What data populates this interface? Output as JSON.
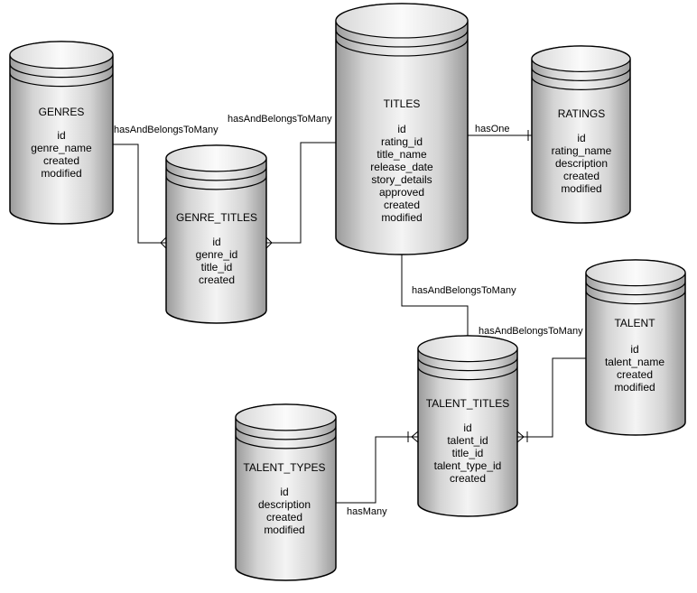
{
  "tables": [
    {
      "id": "genres",
      "name": "GENRES",
      "fields": [
        "id",
        "genre_name",
        "created",
        "modified"
      ]
    },
    {
      "id": "genre_titles",
      "name": "GENRE_TITLES",
      "fields": [
        "id",
        "genre_id",
        "title_id",
        "created"
      ]
    },
    {
      "id": "titles",
      "name": "TITLES",
      "fields": [
        "id",
        "rating_id",
        "title_name",
        "release_date",
        "story_details",
        "approved",
        "created",
        "modified"
      ]
    },
    {
      "id": "ratings",
      "name": "RATINGS",
      "fields": [
        "id",
        "rating_name",
        "description",
        "created",
        "modified"
      ]
    },
    {
      "id": "talent",
      "name": "TALENT",
      "fields": [
        "id",
        "talent_name",
        "created",
        "modified"
      ]
    },
    {
      "id": "talent_titles",
      "name": "TALENT_TITLES",
      "fields": [
        "id",
        "talent_id",
        "title_id",
        "talent_type_id",
        "created"
      ]
    },
    {
      "id": "talent_types",
      "name": "TALENT_TYPES",
      "fields": [
        "id",
        "description",
        "created",
        "modified"
      ]
    }
  ],
  "relationships": [
    {
      "id": "genres_genre_titles",
      "label": "hasAndBelongsToMany"
    },
    {
      "id": "titles_genre_titles",
      "label": "hasAndBelongsToMany"
    },
    {
      "id": "titles_ratings",
      "label": "hasOne"
    },
    {
      "id": "titles_talent_titles",
      "label": "hasAndBelongsToMany"
    },
    {
      "id": "talent_talent_titles",
      "label": "hasAndBelongsToMany"
    },
    {
      "id": "talent_types_talent_titles",
      "label": "hasMany"
    }
  ]
}
